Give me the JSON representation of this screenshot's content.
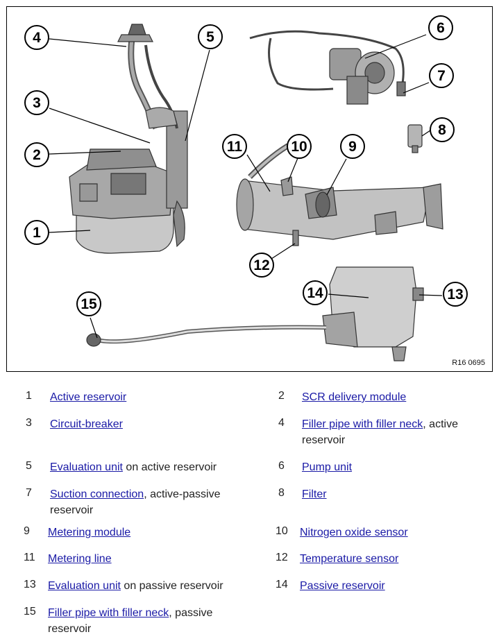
{
  "figure_ref": "R16 0695",
  "callouts": [
    "1",
    "2",
    "3",
    "4",
    "5",
    "6",
    "7",
    "8",
    "9",
    "10",
    "11",
    "12",
    "13",
    "14",
    "15"
  ],
  "legend": [
    {
      "num": "1",
      "link": "Active reservoir",
      "rest": ""
    },
    {
      "num": "2",
      "link": "SCR delivery module",
      "rest": ""
    },
    {
      "num": "3",
      "link": "Circuit-breaker",
      "rest": ""
    },
    {
      "num": "4",
      "link": "Filler pipe with filler neck",
      "rest": ", active reservoir"
    },
    {
      "num": "5",
      "link": "Evaluation unit",
      "rest": " on active reservoir"
    },
    {
      "num": "6",
      "link": "Pump unit",
      "rest": ""
    },
    {
      "num": "7",
      "link": "Suction connection",
      "rest": ", active-passive reservoir"
    },
    {
      "num": "8",
      "link": "Filter",
      "rest": ""
    },
    {
      "num": "9",
      "link": "Metering module",
      "rest": ""
    },
    {
      "num": "10",
      "link": "Nitrogen oxide sensor",
      "rest": ""
    },
    {
      "num": "11",
      "link": "Metering line",
      "rest": ""
    },
    {
      "num": "12",
      "link": "Temperature sensor",
      "rest": ""
    },
    {
      "num": "13",
      "link": "Evaluation unit",
      "rest": " on passive reservoir"
    },
    {
      "num": "14",
      "link": "Passive reservoir",
      "rest": ""
    },
    {
      "num": "15",
      "link": "Filler pipe with filler neck",
      "rest": ", passive reservoir"
    }
  ]
}
